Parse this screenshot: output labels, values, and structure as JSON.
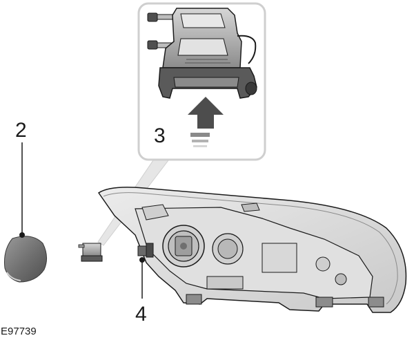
{
  "figure": {
    "reference_code": "E97739",
    "callouts": [
      {
        "id": "2",
        "label": "2",
        "part": "cover"
      },
      {
        "id": "3",
        "label": "3",
        "part": "bulb-holder"
      },
      {
        "id": "4",
        "label": "4",
        "part": "connector"
      }
    ],
    "colors": {
      "line": "#1a1a1a",
      "part_light": "#d9d9d9",
      "part_mid": "#a6a6a6",
      "part_dark": "#595959",
      "inset_border": "#cfcfcf",
      "arrow_dark": "#4d4d4d"
    }
  }
}
